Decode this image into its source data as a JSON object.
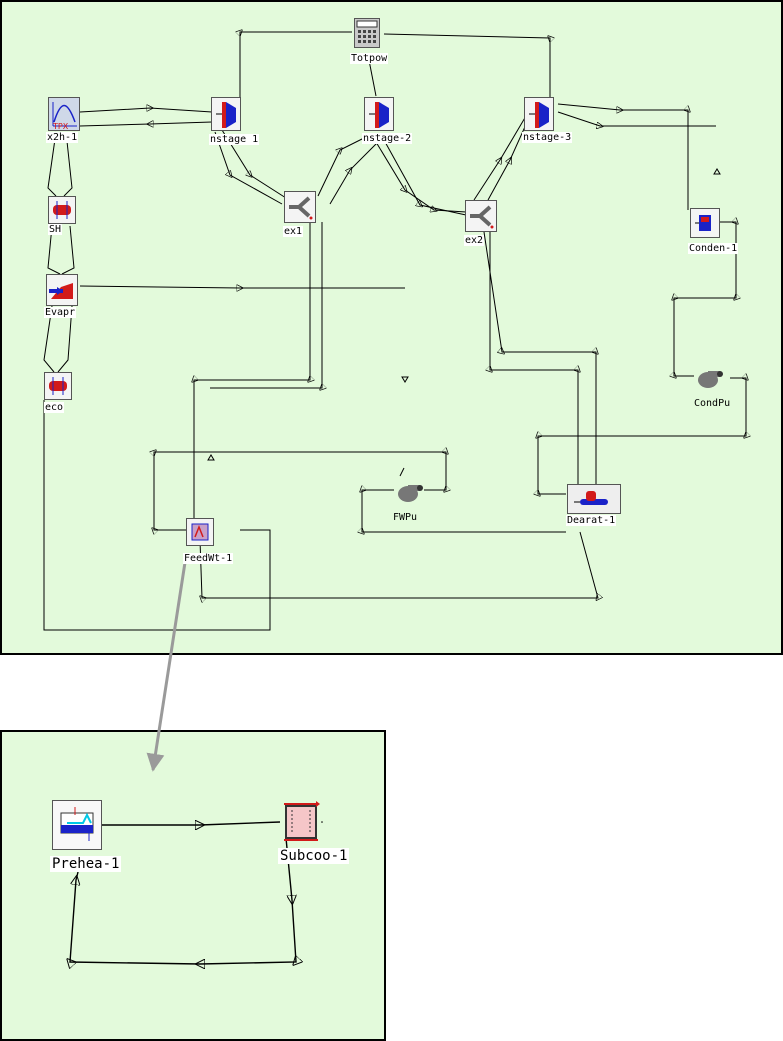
{
  "colors": {
    "panel_bg": "#e3fadb",
    "wire": "#000000",
    "callout_arrow": "#9a9a9a",
    "turbine_red": "#d21a1a",
    "turbine_blue": "#1a22c8",
    "pump_gray": "#777777",
    "exchanger_pink": "#f5c6c8"
  },
  "main_flowsheet": {
    "blocks": [
      {
        "name": "Totpow",
        "icon": "calculator-icon"
      },
      {
        "name": "x2h-1",
        "icon": "plot-icon"
      },
      {
        "name": "nstage 1",
        "icon": "turbine-icon"
      },
      {
        "name": "nstage-2",
        "icon": "turbine-icon"
      },
      {
        "name": "nstage-3",
        "icon": "turbine-icon"
      },
      {
        "name": "ex1",
        "icon": "splitter-icon"
      },
      {
        "name": "ex2",
        "icon": "splitter-icon"
      },
      {
        "name": "SH",
        "icon": "heater-icon"
      },
      {
        "name": "Evapr",
        "icon": "evaporator-icon"
      },
      {
        "name": "eco",
        "icon": "heater-icon"
      },
      {
        "name": "Conden-1",
        "icon": "condenser-icon"
      },
      {
        "name": "CondPu",
        "icon": "pump-icon"
      },
      {
        "name": "FWPu",
        "icon": "pump-icon"
      },
      {
        "name": "Dearat-1",
        "icon": "deaerator-icon"
      },
      {
        "name": "FeedWt-1",
        "icon": "feedwater-heater-icon"
      }
    ]
  },
  "sub_flowsheet": {
    "blocks": [
      {
        "name": "Prehea-1",
        "icon": "preheater-icon"
      },
      {
        "name": "Subcoo-1",
        "icon": "subcooler-icon"
      }
    ]
  }
}
